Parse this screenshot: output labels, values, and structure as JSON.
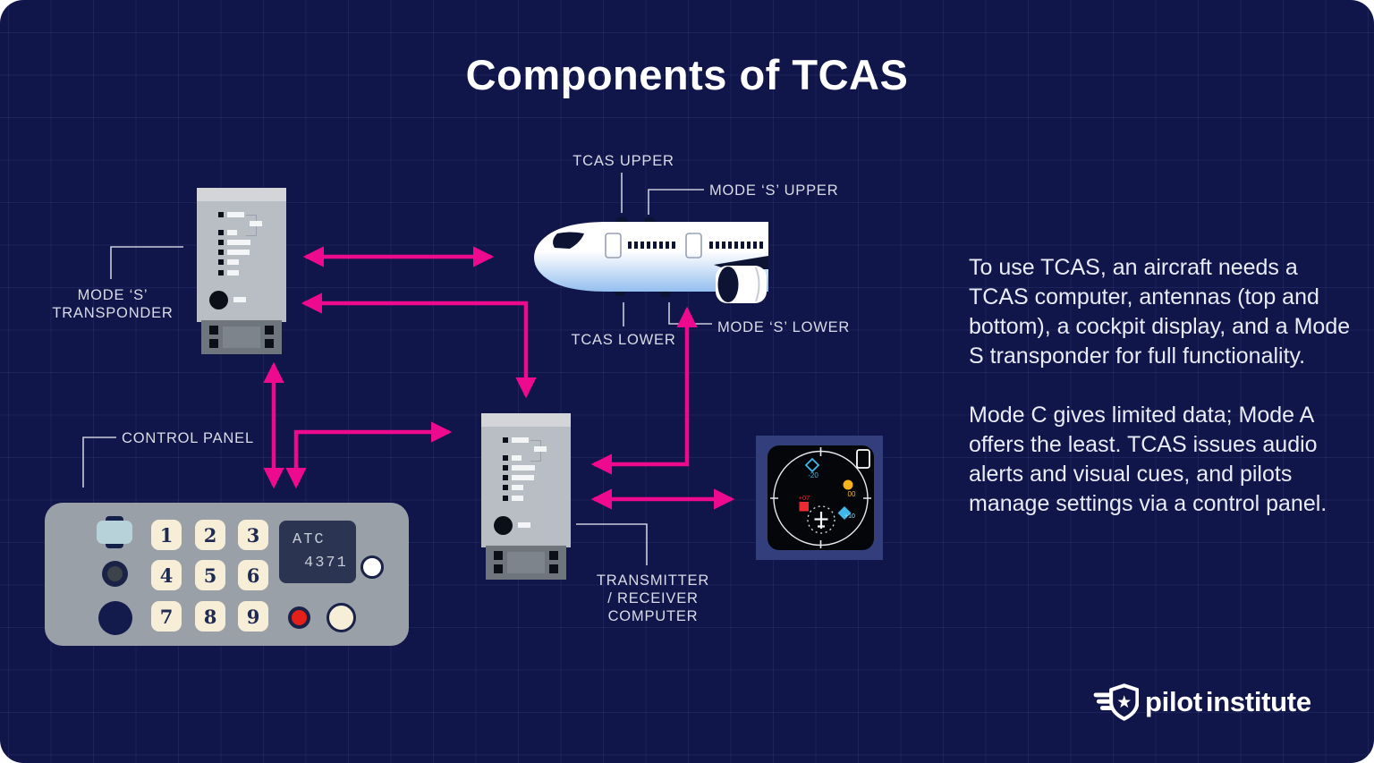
{
  "title": "Components of TCAS",
  "labels": {
    "tcas_upper": "TCAS UPPER",
    "mode_s_upper": "MODE ‘S’ UPPER",
    "tcas_lower": "TCAS LOWER",
    "mode_s_lower": "MODE ‘S’ LOWER",
    "mode_s_transponder": "MODE ‘S’\nTRANSPONDER",
    "control_panel": "CONTROL PANEL",
    "transmitter_receiver_computer": "TRANSMITTER\n/ RECEIVER\nCOMPUTER"
  },
  "info": {
    "paragraph1": "To use TCAS, an aircraft needs a TCAS computer, antennas (top and bottom), a cockpit display, and a Mode S transponder for full functionality.",
    "paragraph2": "Mode C gives limited data; Mode A offers the least. TCAS issues audio alerts and visual cues, and pilots manage settings via a control panel."
  },
  "control_panel": {
    "keys": [
      "1",
      "2",
      "3",
      "4",
      "5",
      "6",
      "7",
      "8",
      "9"
    ],
    "display_line1": "ATC",
    "display_line2": "4371"
  },
  "tcas_display": {
    "targets": [
      {
        "symbol": "hollow-diamond",
        "meaning": "proximate/other traffic",
        "color": "#3fb8e9",
        "label": "-20"
      },
      {
        "symbol": "filled-circle",
        "meaning": "traffic advisory",
        "color": "#f6b31a",
        "label": "00"
      },
      {
        "symbol": "filled-square",
        "meaning": "resolution advisory",
        "color": "#ee2b33",
        "label": "+07"
      },
      {
        "symbol": "filled-diamond",
        "meaning": "proximate traffic",
        "color": "#3fb8e9",
        "label": "+10"
      }
    ]
  },
  "connections": [
    {
      "from": "mode-s-transponder",
      "to": "aircraft-antennas",
      "bidirectional": true
    },
    {
      "from": "mode-s-transponder",
      "to": "transmitter-receiver-computer",
      "bidirectional": true
    },
    {
      "from": "mode-s-transponder",
      "to": "control-panel",
      "bidirectional": true
    },
    {
      "from": "control-panel",
      "to": "transmitter-receiver-computer",
      "bidirectional": true
    },
    {
      "from": "transmitter-receiver-computer",
      "to": "mode-s-lower-antenna",
      "bidirectional": true
    },
    {
      "from": "transmitter-receiver-computer",
      "to": "cockpit-display",
      "bidirectional": true
    }
  ],
  "logo": {
    "word1": "pilot",
    "word2": "institute"
  },
  "colors": {
    "background": "#10154a",
    "arrow": "#ee0a8e",
    "leader_line": "#c9cdd9",
    "label_text": "#d9dce6",
    "panel_gray": "#99a0a8",
    "avionics_gray": "#b9bec5",
    "display_frame": "#333f7d",
    "keypad_cream": "#f7eed8"
  }
}
